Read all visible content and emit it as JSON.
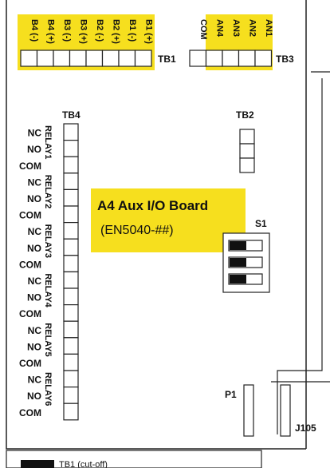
{
  "board": {
    "title": "A4 Aux I/O Board",
    "part_number": "(EN5040-##)",
    "footer_label": "TB1 (cut-off)"
  },
  "connectors": {
    "tb1": "TB1",
    "tb2": "TB2",
    "tb3": "TB3",
    "tb4": "TB4",
    "s1": "S1",
    "p1": "P1",
    "j105": "J105"
  },
  "tb1_pins": [
    "B4 (-)",
    "B4 (+)",
    "B3 (-)",
    "B3 (+)",
    "B2 (-)",
    "B2 (+)",
    "B1 (-)",
    "B1 (+)"
  ],
  "tb3_pins": [
    "COM",
    "AN4",
    "AN3",
    "AN2",
    "AN1"
  ],
  "tb4_relays": [
    {
      "name": "RELAY1",
      "pins": [
        "NC",
        "NO",
        "COM"
      ]
    },
    {
      "name": "RELAY2",
      "pins": [
        "NC",
        "NO",
        "COM"
      ]
    },
    {
      "name": "RELAY3",
      "pins": [
        "NC",
        "NO",
        "COM"
      ]
    },
    {
      "name": "RELAY4",
      "pins": [
        "NC",
        "NO",
        "COM"
      ]
    },
    {
      "name": "RELAY5",
      "pins": [
        "NC",
        "NO",
        "COM"
      ]
    },
    {
      "name": "RELAY6",
      "pins": [
        "NC",
        "NO",
        "COM"
      ]
    }
  ],
  "colors": {
    "highlight": "#f6df1e",
    "line": "#222222"
  }
}
